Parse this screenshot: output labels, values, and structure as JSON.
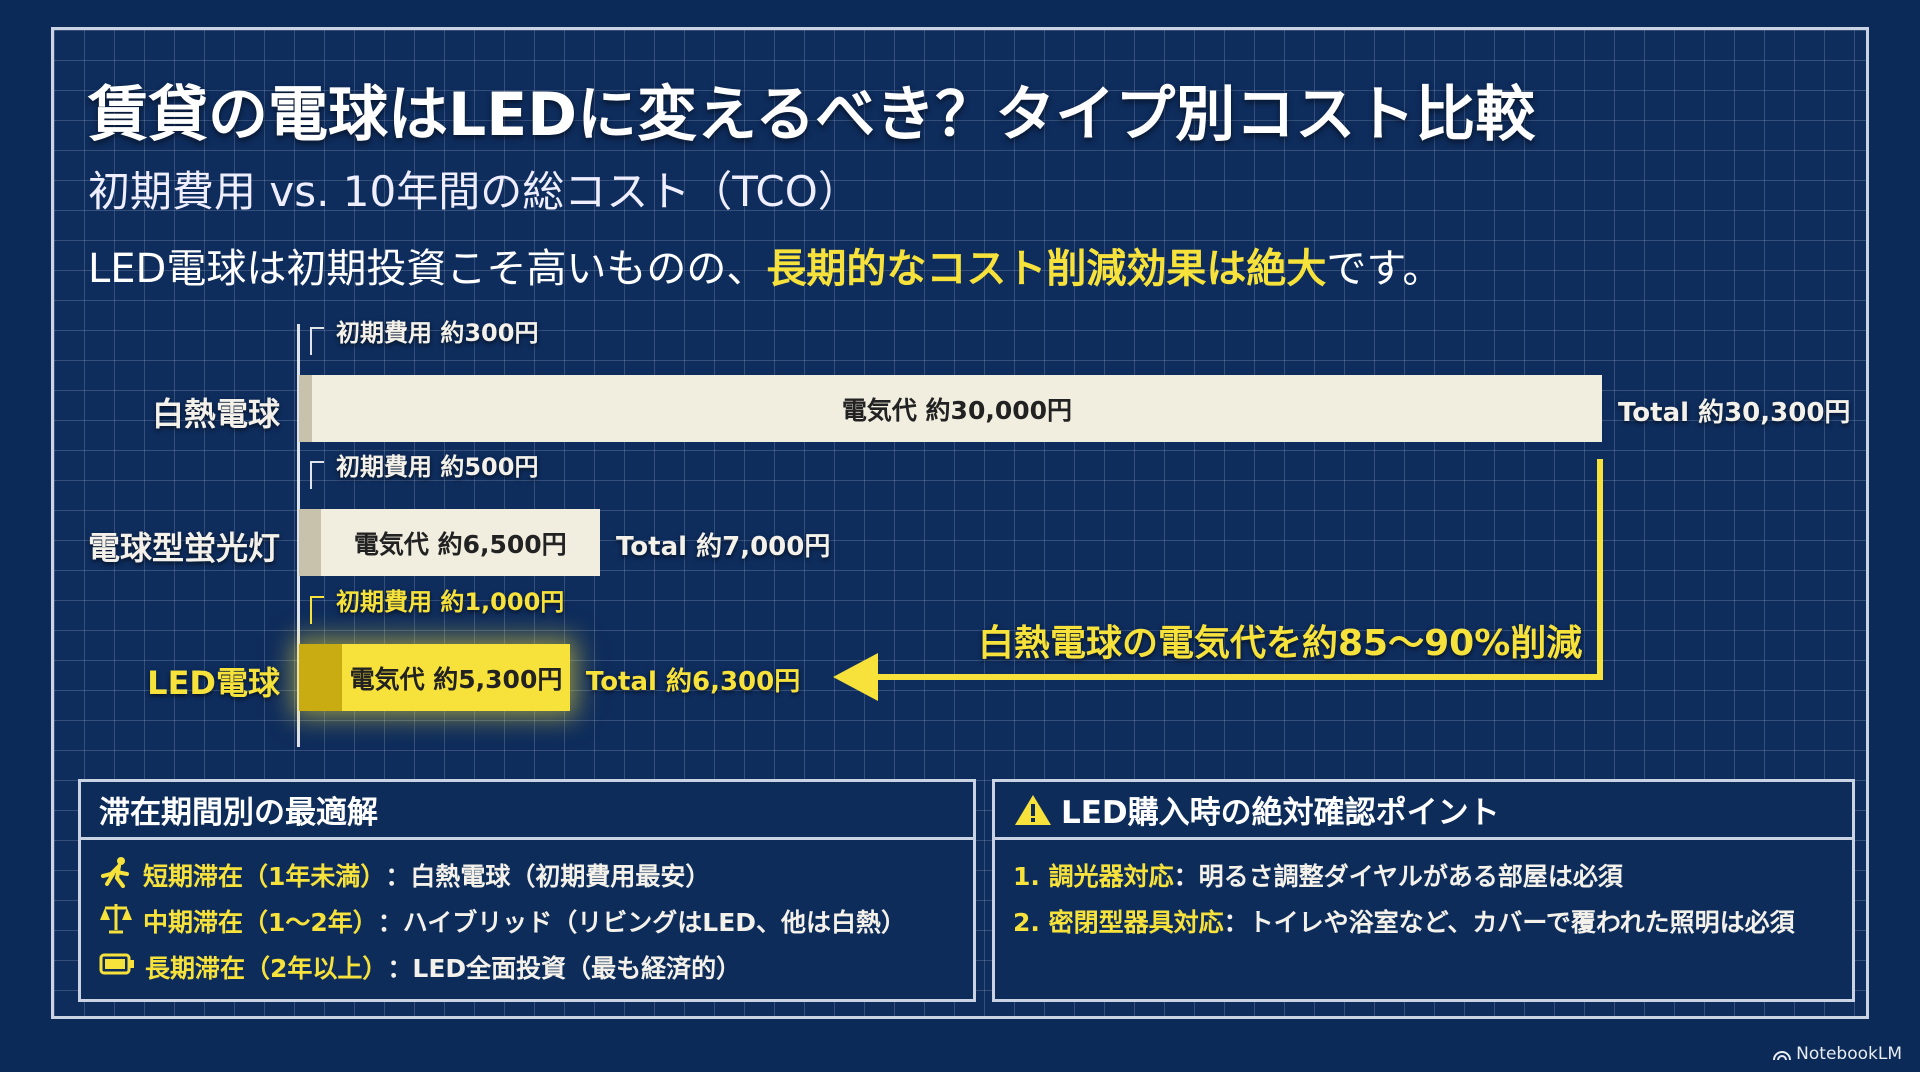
{
  "title": "賃貸の電球はLEDに変えるべき？タイプ別コスト比較",
  "subtitle": "初期費用 vs. 10年間の総コスト（TCO）",
  "tagline": {
    "before": "LED電球は初期投資こそ高いものの、",
    "highlight": "長期的なコスト削減効果は絶大",
    "after": "です。"
  },
  "chart_data": {
    "type": "bar",
    "orientation": "horizontal-stacked",
    "categories": [
      "白熱電球",
      "電球型蛍光灯",
      "LED電球"
    ],
    "series": [
      {
        "name": "初期費用",
        "values": [
          300,
          500,
          1000
        ]
      },
      {
        "name": "電気代",
        "values": [
          30000,
          6500,
          5300
        ]
      }
    ],
    "totals": [
      30300,
      7000,
      6300
    ],
    "init_labels": [
      "初期費用 約300円",
      "初期費用 約500円",
      "初期費用 約1,000円"
    ],
    "elec_labels": [
      "電気代 約30,000円",
      "電気代 約6,500円",
      "電気代 約5,300円"
    ],
    "total_labels": [
      "Total 約30,300円",
      "Total 約7,000円",
      "Total 約6,300円"
    ],
    "annotation": "白熱電球の電気代を約85〜90%削減",
    "colors": {
      "highlight": "#f7e23c",
      "bar": "#f1eedf"
    }
  },
  "stay_box": {
    "title": "滞在期間別の最適解",
    "items": [
      {
        "icon": "running-person-icon",
        "key": "短期滞在（1年未満）",
        "value": "：白熱電球（初期費用最安）"
      },
      {
        "icon": "balance-scale-icon",
        "key": "中期滞在（1〜2年）",
        "value": "：ハイブリッド（リビングはLED、他は白熱）"
      },
      {
        "icon": "battery-icon",
        "key": "長期滞在（2年以上）",
        "value": "：LED全面投資（最も経済的）"
      }
    ]
  },
  "check_box": {
    "title": "LED購入時の絶対確認ポイント",
    "items": [
      {
        "key": "1. 調光器対応",
        "value": "：明るさ調整ダイヤルがある部屋は必須"
      },
      {
        "key": "2. 密閉型器具対応",
        "value": "：トイレや浴室など、カバーで覆われた照明は必須"
      }
    ]
  },
  "brand": "NotebookLM"
}
